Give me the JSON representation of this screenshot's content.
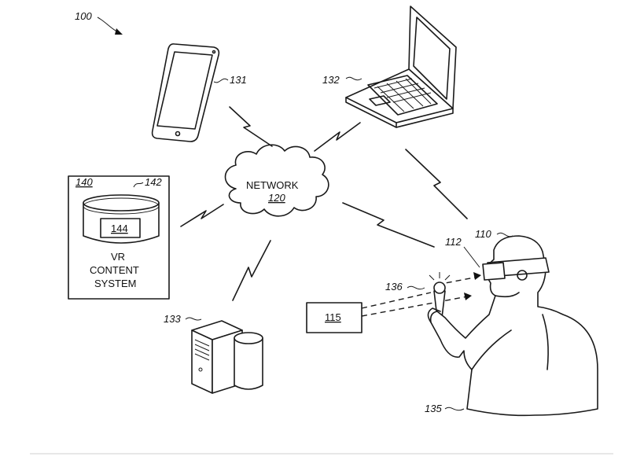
{
  "figure": {
    "ref": "100"
  },
  "network": {
    "label": "NETWORK",
    "ref": "120"
  },
  "phone": {
    "ref": "131"
  },
  "laptop": {
    "ref": "132"
  },
  "server": {
    "ref": "133"
  },
  "person": {
    "ref": "135"
  },
  "controller": {
    "ref": "136"
  },
  "headset": {
    "ref": "110"
  },
  "display_ref": {
    "ref": "112"
  },
  "box115": {
    "ref": "115"
  },
  "vr_system": {
    "ref": "140",
    "db_ref": "142",
    "inner_ref": "144",
    "line1": "VR",
    "line2": "CONTENT",
    "line3": "SYSTEM"
  }
}
